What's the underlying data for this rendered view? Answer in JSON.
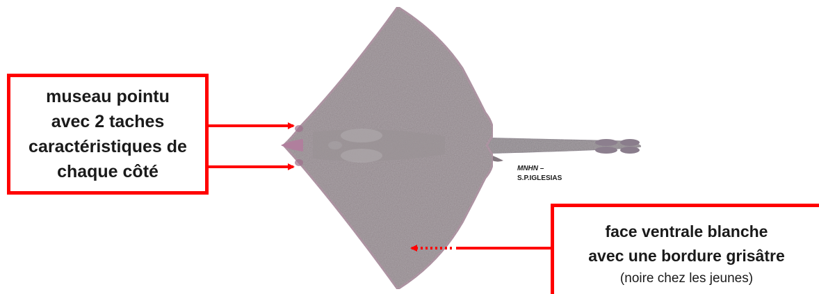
{
  "annotations": {
    "snout": {
      "lines": [
        "museau pointu",
        "avec 2 taches",
        "caractéristiques de",
        "chaque côté"
      ]
    },
    "underside": {
      "line1": "face ventrale blanche",
      "line2": "avec une bordure grisâtre",
      "line3": "(noire chez les jeunes)"
    }
  },
  "credit": {
    "org": "MNHN",
    "separator": " –",
    "author": "S.P.IGLESIAS"
  },
  "illustration": {
    "subject": "ray-fish-top-view",
    "body_color": "#8e8388",
    "edge_color": "#a27e93",
    "accent_color": "#ff0000"
  }
}
